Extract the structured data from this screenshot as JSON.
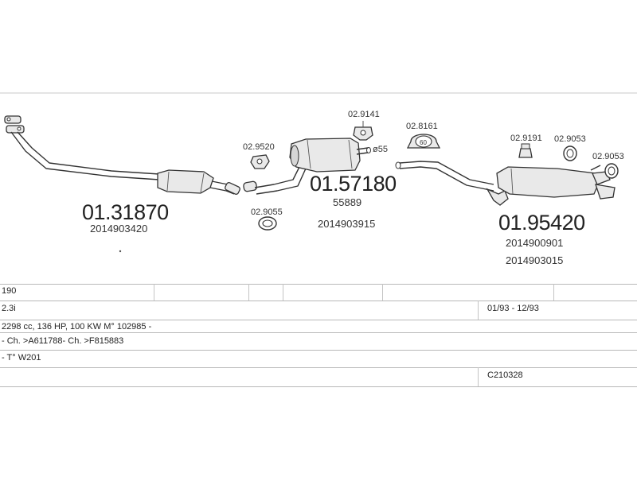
{
  "parts": {
    "front_pipe": {
      "number": "01.31870",
      "oem": "2014903420"
    },
    "middle_silencer": {
      "number": "01.57180",
      "oem": [
        "55889",
        "2014903915"
      ]
    },
    "rear_silencer": {
      "number": "01.95420",
      "oem": [
        "2014900901",
        "2014903015"
      ]
    }
  },
  "accessories": {
    "a1": "02.9520",
    "a2": "02.9055",
    "a3": "02.9141",
    "a4": "02.8161",
    "a5": "02.9191",
    "a6": "02.9053",
    "a7": "02.9053"
  },
  "small_labels": {
    "diameter": "ø55",
    "clamp_size": "60"
  },
  "table": {
    "model": "190",
    "engine": "2.3i",
    "production": "01/93 - 12/93",
    "spec": "2298 cc, 136 HP, 100 KW M° 102985 -",
    "chassis": "- Ch. >A611788- Ch. >F815883",
    "type": "- T° W201",
    "code": "C210328"
  }
}
